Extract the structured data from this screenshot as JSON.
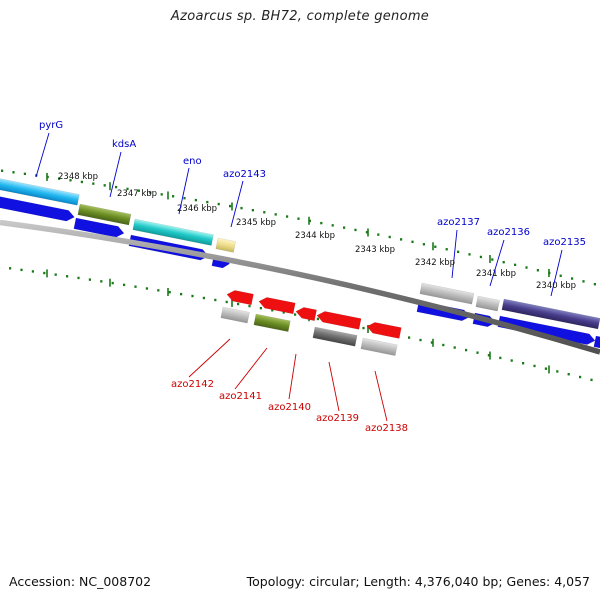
{
  "title": "Azoarcus sp. BH72, complete genome",
  "footer": {
    "accession": "Accession: NC_008702",
    "summary": "Topology: circular; Length: 4,376,040 bp; Genes: 4,057"
  },
  "colors": {
    "backbone": "#777777",
    "tick": "#1a7a1a",
    "cds_forward": "#1010e0",
    "cds_reverse": "#ee1010",
    "label_forward": "#0000cc",
    "label_reverse": "#cc0000"
  },
  "scale_ticks": [
    {
      "label": "2348 kbp"
    },
    {
      "label": "2347 kbp"
    },
    {
      "label": "2346 kbp"
    },
    {
      "label": "2345 kbp"
    },
    {
      "label": "2344 kbp"
    },
    {
      "label": "2343 kbp"
    },
    {
      "label": "2342 kbp"
    },
    {
      "label": "2341 kbp"
    },
    {
      "label": "2340 kbp"
    }
  ],
  "forward_genes": [
    {
      "label": "pyrG"
    },
    {
      "label": "kdsA"
    },
    {
      "label": "eno"
    },
    {
      "label": "azo2143"
    },
    {
      "label": "azo2137"
    },
    {
      "label": "azo2136"
    },
    {
      "label": "azo2135"
    }
  ],
  "reverse_genes": [
    {
      "label": "azo2142"
    },
    {
      "label": "azo2141"
    },
    {
      "label": "azo2140"
    },
    {
      "label": "azo2139"
    },
    {
      "label": "azo2138"
    }
  ]
}
